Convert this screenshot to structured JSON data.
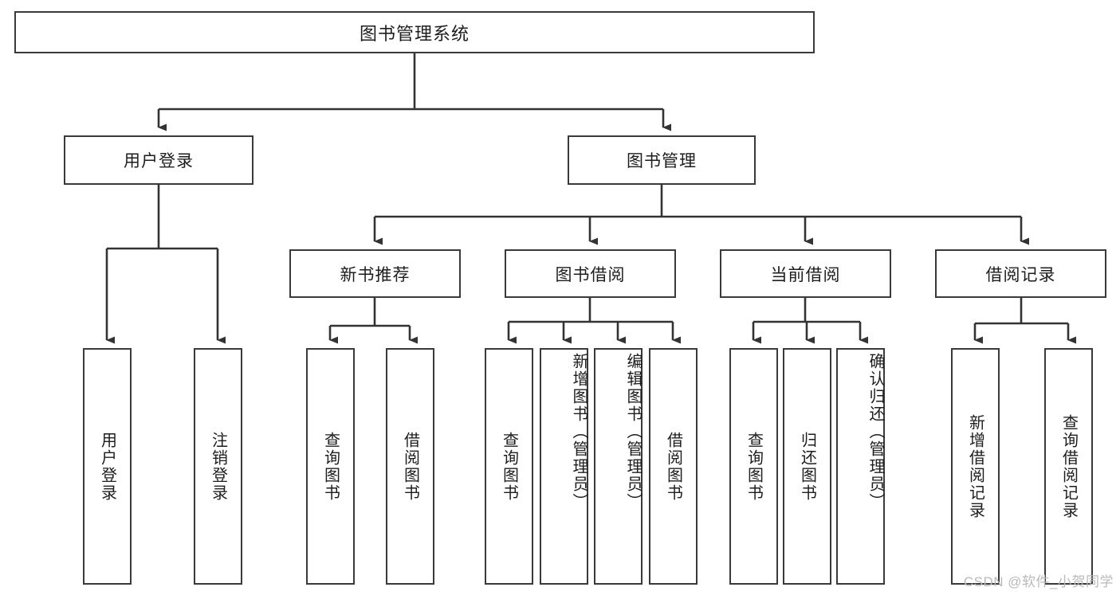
{
  "diagram": {
    "type": "tree-hierarchy",
    "title": "图书管理系统",
    "root": {
      "id": "root",
      "label": "图书管理系统"
    },
    "level1": [
      {
        "id": "user-login",
        "label": "用户登录"
      },
      {
        "id": "book-manage",
        "label": "图书管理"
      }
    ],
    "level2": [
      {
        "id": "new-book-rec",
        "label": "新书推荐",
        "parent": "book-manage"
      },
      {
        "id": "book-borrow",
        "label": "图书借阅",
        "parent": "book-manage"
      },
      {
        "id": "current-borrow",
        "label": "当前借阅",
        "parent": "book-manage"
      },
      {
        "id": "borrow-record",
        "label": "借阅记录",
        "parent": "book-manage"
      }
    ],
    "leaves": [
      {
        "id": "leaf-user-login",
        "label": "用户登录",
        "parent": "user-login"
      },
      {
        "id": "leaf-logout",
        "label": "注销登录",
        "parent": "user-login"
      },
      {
        "id": "leaf-query-book-1",
        "label": "查询图书",
        "parent": "new-book-rec"
      },
      {
        "id": "leaf-borrow-book-1",
        "label": "借阅图书",
        "parent": "new-book-rec"
      },
      {
        "id": "leaf-query-book-2",
        "label": "查询图书",
        "parent": "book-borrow"
      },
      {
        "id": "leaf-add-book",
        "label": "新增图书（管理员）",
        "parent": "book-borrow"
      },
      {
        "id": "leaf-edit-book",
        "label": "编辑图书（管理员）",
        "parent": "book-borrow"
      },
      {
        "id": "leaf-borrow-book-2",
        "label": "借阅图书",
        "parent": "book-borrow"
      },
      {
        "id": "leaf-query-book-3",
        "label": "查询图书",
        "parent": "current-borrow"
      },
      {
        "id": "leaf-return-book",
        "label": "归还图书",
        "parent": "current-borrow"
      },
      {
        "id": "leaf-confirm-return",
        "label": "确认归还（管理员）",
        "parent": "current-borrow"
      },
      {
        "id": "leaf-add-record",
        "label": "新增借阅记录",
        "parent": "borrow-record"
      },
      {
        "id": "leaf-query-record",
        "label": "查询借阅记录",
        "parent": "borrow-record"
      }
    ],
    "colors": {
      "border": "#3a3a3a",
      "background": "#ffffff",
      "text": "#1d1d1d",
      "connector": "#333333",
      "watermark": "#b9b9b9"
    }
  },
  "watermark": {
    "text": "CSDN @软件_小贺同学"
  }
}
